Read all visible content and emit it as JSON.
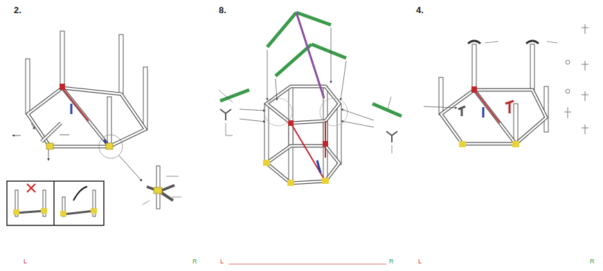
{
  "diagram": {
    "labels": [
      "2.",
      "8.",
      "4.",
      "L",
      "R",
      "L",
      "R",
      "L",
      "R"
    ]
  }
}
